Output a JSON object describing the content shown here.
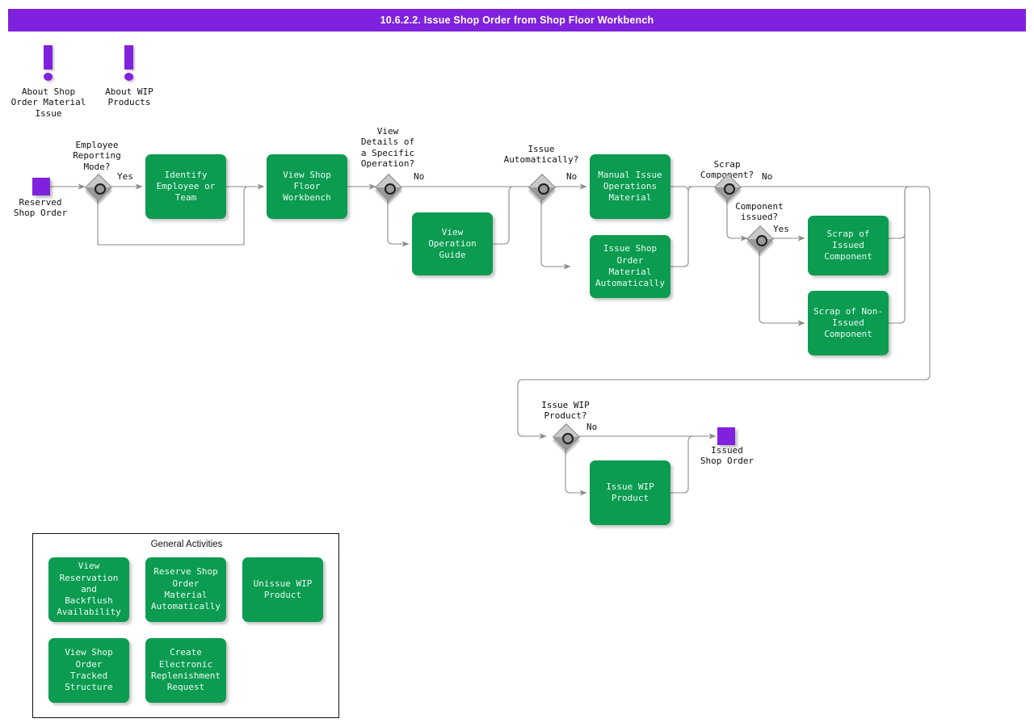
{
  "header": {
    "title": "10.6.2.2. Issue Shop Order from Shop Floor Workbench",
    "bar_color": "#8022dd"
  },
  "palette": {
    "process_green": "#0b9b51",
    "event_purple": "#8022dd",
    "gateway_gray": "#9a9a9a",
    "line_gray": "#808080",
    "text_light": "#eafaf0",
    "text_dark": "#111111"
  },
  "notes": [
    {
      "id": "note-shop-order-material-issue",
      "label": "About Shop\nOrder Material\nIssue",
      "icon": "exclamation-icon"
    },
    {
      "id": "note-wip-products",
      "label": "About WIP\nProducts",
      "icon": "exclamation-icon"
    }
  ],
  "events": [
    {
      "id": "start-reserved-shop-order",
      "label": "Reserved\nShop Order"
    },
    {
      "id": "end-issued-shop-order",
      "label": "Issued\nShop Order"
    }
  ],
  "gateways": [
    {
      "id": "gw-employee-reporting-mode",
      "label": "Employee\nReporting\nMode?"
    },
    {
      "id": "gw-view-details-specific-operation",
      "label": "View\nDetails of\na Specific\nOperation?"
    },
    {
      "id": "gw-issue-automatically",
      "label": "Issue\nAutomatically?"
    },
    {
      "id": "gw-scrap-component",
      "label": "Scrap\nComponent?"
    },
    {
      "id": "gw-component-issued",
      "label": "Component\nissued?"
    },
    {
      "id": "gw-issue-wip-product",
      "label": "Issue WIP\nProduct?"
    }
  ],
  "edge_labels": [
    {
      "id": "edge-label-yes-employee",
      "text": "Yes"
    },
    {
      "id": "edge-label-no-view-details",
      "text": "No"
    },
    {
      "id": "edge-label-no-issue-auto",
      "text": "No"
    },
    {
      "id": "edge-label-no-scrap-component",
      "text": "No"
    },
    {
      "id": "edge-label-yes-component-issued",
      "text": "Yes"
    },
    {
      "id": "edge-label-no-issue-wip",
      "text": "No"
    }
  ],
  "nodes": [
    {
      "id": "node-identify-employee-or-team",
      "label": "Identify\nEmployee or\nTeam"
    },
    {
      "id": "node-view-shop-floor-workbench",
      "label": "View Shop Floor\nWorkbench"
    },
    {
      "id": "node-view-operation-guide",
      "label": "View Operation\nGuide"
    },
    {
      "id": "node-manual-issue-operations-material",
      "label": "Manual Issue\nOperations\nMaterial"
    },
    {
      "id": "node-issue-shop-order-material-automatically",
      "label": "Issue Shop\nOrder Material\nAutomatically"
    },
    {
      "id": "node-scrap-of-issued-component",
      "label": "Scrap of Issued\nComponent"
    },
    {
      "id": "node-scrap-of-non-issued-component",
      "label": "Scrap of Non-\nIssued\nComponent"
    },
    {
      "id": "node-issue-wip-product",
      "label": "Issue WIP\nProduct"
    }
  ],
  "general_activities": {
    "title": "General Activities",
    "items": [
      {
        "id": "ga-view-reservation-backflush",
        "label": "View\nReservation and\nBackflush\nAvailability"
      },
      {
        "id": "ga-reserve-shop-order-material",
        "label": "Reserve Shop\nOrder Material\nAutomatically"
      },
      {
        "id": "ga-unissue-wip-product",
        "label": "Unissue WIP\nProduct"
      },
      {
        "id": "ga-view-shop-order-tracked-structure",
        "label": "View Shop Order\nTracked\nStructure"
      },
      {
        "id": "ga-create-electronic-replenishment-request",
        "label": "Create\nElectronic\nReplenishment\nRequest"
      }
    ]
  }
}
